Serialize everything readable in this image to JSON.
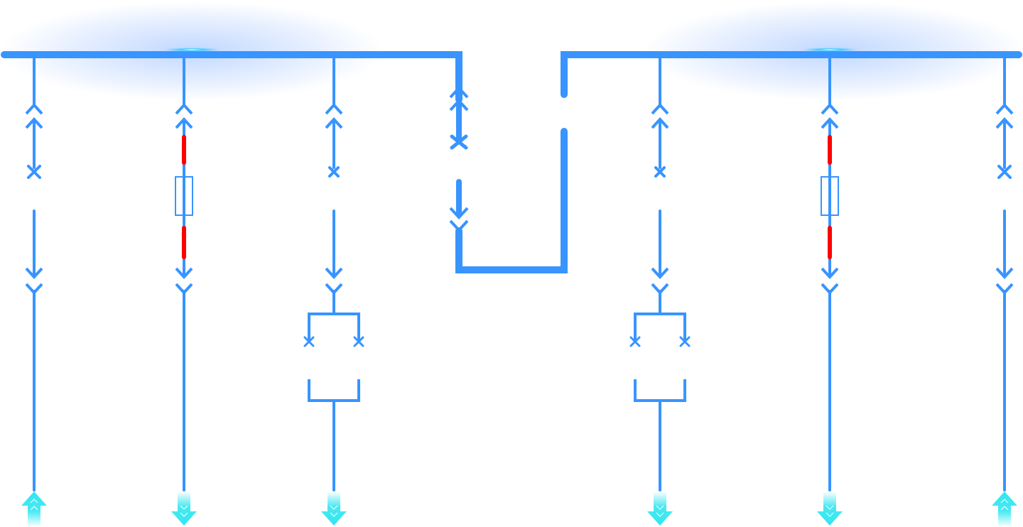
{
  "colors": {
    "line": "#3894ff",
    "fuse": "#ff0000",
    "glow": "#4f8fff",
    "arrow": "#33e6f0",
    "background": "#ffffff"
  },
  "buses": [
    {
      "id": "bus-1",
      "segment": "left"
    },
    {
      "id": "bus-2",
      "segment": "right"
    }
  ],
  "bus_tie": {
    "breaker": "withdrawable-circuit-breaker",
    "state": "closed"
  },
  "feeders": [
    {
      "id": "feeder-1",
      "bus": "bus-1",
      "type": "incoming-breaker",
      "direction": "in"
    },
    {
      "id": "feeder-2",
      "bus": "bus-1",
      "type": "pt-fuse",
      "direction": "out"
    },
    {
      "id": "feeder-3",
      "bus": "bus-1",
      "type": "dual-breaker",
      "direction": "out"
    },
    {
      "id": "feeder-4",
      "bus": "bus-2",
      "type": "dual-breaker",
      "direction": "out"
    },
    {
      "id": "feeder-5",
      "bus": "bus-2",
      "type": "pt-fuse",
      "direction": "out"
    },
    {
      "id": "feeder-6",
      "bus": "bus-2",
      "type": "incoming-breaker",
      "direction": "in"
    }
  ]
}
